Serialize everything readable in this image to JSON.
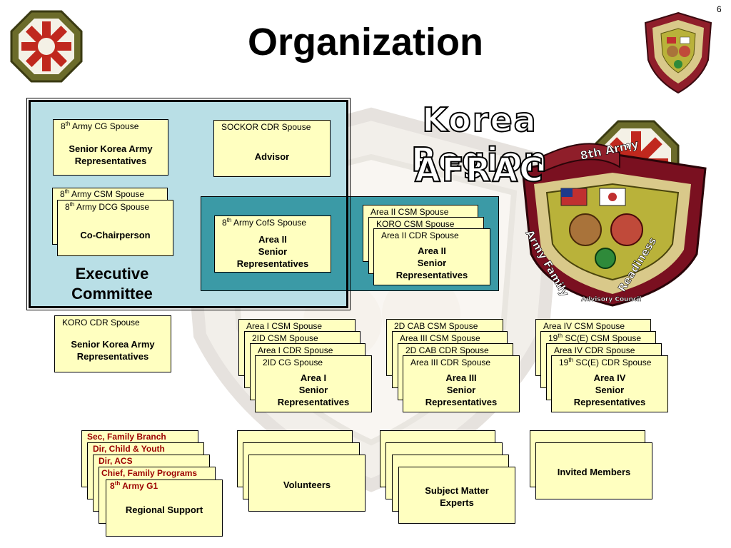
{
  "slide_number": "6",
  "title": "Organization",
  "region_title": [
    "Korea Region",
    "AFRAC"
  ],
  "seal": {
    "ribbon": "8th Army",
    "ring_left": "Army Family",
    "ring_center": "Advisory Council",
    "ring_right": "Readiness"
  },
  "executive_committee": {
    "label_line1": "Executive",
    "label_line2": "Committee",
    "cg_spouse": {
      "pre": "8",
      "sup": "th",
      "post": " Army CG Spouse",
      "role": [
        "Senior Korea Army",
        "Representatives"
      ]
    },
    "sockor": {
      "small": "SOCKOR CDR Spouse",
      "role": "Advisor"
    },
    "csm_spouse": {
      "pre": "8",
      "sup": "th",
      "post": " Army CSM Spouse"
    },
    "dcg_spouse": {
      "pre": "8",
      "sup": "th",
      "post": " Army DCG Spouse",
      "role": "Co-Chairperson"
    },
    "cofs": {
      "pre": "8",
      "sup": "th",
      "post": " Army CofS Spouse",
      "role": [
        "Area II",
        "Senior",
        "Representatives"
      ]
    }
  },
  "area2_stack": {
    "labels": [
      "Area II CSM Spouse",
      "KORO CSM Spouse",
      "Area II CDR Spouse"
    ],
    "role": [
      "Area II",
      "Senior",
      "Representatives"
    ]
  },
  "koro": {
    "small": "KORO CDR Spouse",
    "role": [
      "Senior Korea Army",
      "Representatives"
    ]
  },
  "area1_stack": {
    "labels": [
      "Area I CSM Spouse",
      "2ID CSM Spouse",
      "Area I CDR Spouse",
      "2ID CG Spouse"
    ],
    "role": [
      "Area I",
      "Senior",
      "Representatives"
    ]
  },
  "area3_stack": {
    "labels": [
      "2D CAB CSM Spouse",
      "Area III CSM Spouse",
      "2D CAB CDR Spouse",
      "Area III CDR Spouse"
    ],
    "role": [
      "Area III",
      "Senior",
      "Representatives"
    ]
  },
  "area4_stack": {
    "labels": [
      {
        "pre": "Area IV CSM Spouse",
        "sup": "",
        "post": ""
      },
      {
        "pre": "19",
        "sup": "th",
        "post": " SC(E) CSM Spouse"
      },
      {
        "pre": "Area IV CDR Spouse",
        "sup": "",
        "post": ""
      },
      {
        "pre": "19",
        "sup": "th",
        "post": " SC(E) CDR Spouse"
      }
    ],
    "role": [
      "Area IV",
      "Senior",
      "Representatives"
    ]
  },
  "regional_support": {
    "labels": [
      "Sec, Family Branch",
      "Dir, Child & Youth",
      "Dir, ACS",
      "Chief, Family Programs"
    ],
    "g1": {
      "pre": "8",
      "sup": "th",
      "post": " Army G1"
    },
    "role": "Regional Support"
  },
  "volunteers": {
    "role": "Volunteers"
  },
  "sme": {
    "role": [
      "Subject Matter",
      "Experts"
    ]
  },
  "invited": {
    "role": "Invited Members"
  },
  "colors": {
    "box_fill": "#ffffc0",
    "exec_panel": "#b9dfe6",
    "teal_panel": "#3b9aa6",
    "red_label": "#9c0000"
  }
}
